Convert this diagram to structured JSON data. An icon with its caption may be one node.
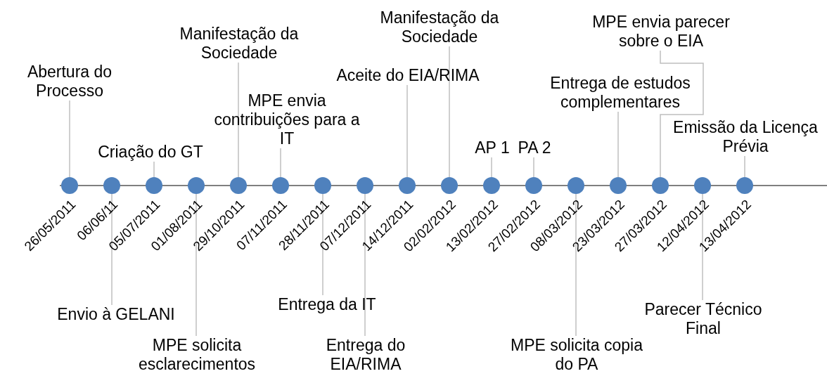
{
  "diagram": {
    "nodes": [
      {
        "text": [
          "Abertura do Processo"
        ]
      },
      {
        "text": [
          "Envio à GELANI"
        ]
      },
      {
        "text": [
          "Criação do GT"
        ]
      },
      {
        "text": [
          "MPE solicita esclarecimentos"
        ]
      },
      {
        "text": [
          "Manifestação da Sociedade"
        ]
      },
      {
        "text": [
          "MPE envia contribuições para a IT"
        ]
      },
      {
        "text": [
          "Entrega da IT"
        ]
      },
      {
        "text": [
          "Entrega do EIA/RIMA"
        ]
      },
      {
        "text": [
          "Aceite do EIA/RIMA"
        ]
      },
      {
        "text": [
          "Manifestação da Sociedade"
        ]
      },
      {
        "text": [
          "AP 1"
        ]
      },
      {
        "text": [
          "PA 2"
        ]
      },
      {
        "text": [
          "MPE solicita copia do PA"
        ]
      },
      {
        "text": [
          "Entrega de estudos complementares"
        ]
      },
      {
        "text": [
          "MPE envia parecer sobre o EIA"
        ]
      },
      {
        "text": [
          "Parecer Técnico Final"
        ]
      },
      {
        "text": [
          "Emissão da Licença Prévia"
        ]
      },
      {
        "text": [],
        "shape": "circle"
      },
      {
        "text": [],
        "shape": "circle"
      },
      {
        "text": [],
        "shape": "circle"
      },
      {
        "text": [],
        "shape": "circle"
      },
      {
        "text": [],
        "shape": "circle"
      },
      {
        "text": [],
        "shape": "circle"
      },
      {
        "text": [],
        "shape": "circle"
      },
      {
        "text": [],
        "shape": "circle"
      },
      {
        "text": [],
        "shape": "circle"
      },
      {
        "text": [],
        "shape": "circle"
      },
      {
        "text": [],
        "shape": "circle"
      },
      {
        "text": [],
        "shape": "circle"
      },
      {
        "text": [],
        "shape": "circle"
      },
      {
        "text": [],
        "shape": "circle"
      },
      {
        "text": [],
        "shape": "circle"
      },
      {
        "text": [],
        "shape": "circle"
      },
      {
        "text": [],
        "shape": "circle"
      }
    ],
    "edges": [
      {
        "from": 0,
        "to": 17,
        "arrow": "none"
      },
      {
        "from": 1,
        "to": 18,
        "arrow": "none"
      },
      {
        "from": 2,
        "to": 19,
        "arrow": "none"
      },
      {
        "from": 3,
        "to": 20,
        "arrow": "none"
      },
      {
        "from": 4,
        "to": 21,
        "arrow": "none"
      },
      {
        "from": 5,
        "to": 22,
        "arrow": "none"
      },
      {
        "from": 6,
        "to": 23,
        "arrow": "none"
      },
      {
        "from": 7,
        "to": 24,
        "arrow": "none"
      },
      {
        "from": 8,
        "to": 25,
        "arrow": "none"
      },
      {
        "from": 9,
        "to": 26,
        "arrow": "none"
      },
      {
        "from": 10,
        "to": 27,
        "arrow": "none"
      },
      {
        "from": 11,
        "to": 28,
        "arrow": "none"
      },
      {
        "from": 12,
        "to": 29,
        "arrow": "none"
      },
      {
        "from": 13,
        "to": 30,
        "arrow": "none"
      },
      {
        "from": 14,
        "to": 31,
        "arrow": "none"
      },
      {
        "from": 15,
        "to": 32,
        "arrow": "none"
      },
      {
        "from": 16,
        "to": 33,
        "arrow": "none"
      }
    ],
    "labels": [
      "26/05/2011",
      "06/06/11",
      "05/07/2011",
      "01/08/2011",
      "29/10/2011",
      "07/11/2011",
      "28/11/2011",
      "07/12/2011",
      "14/12/2011",
      "02/02/2012",
      "13/02/2012",
      "27/02/2012",
      "08/03/2012",
      "23/03/2012",
      "27/03/2012",
      "12/04/2012",
      "13/04/2012"
    ]
  }
}
